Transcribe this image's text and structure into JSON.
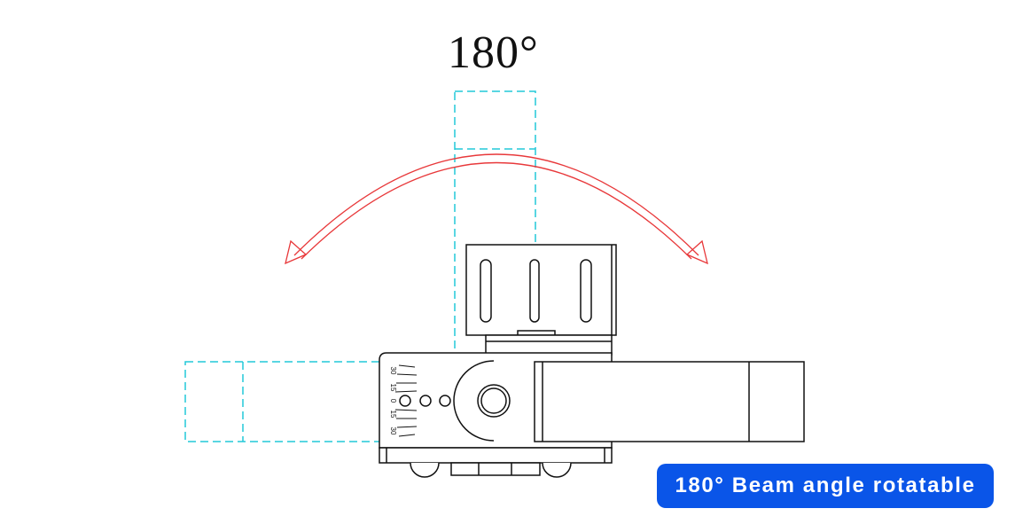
{
  "diagram": {
    "title": "180°",
    "badge": "180° Beam angle rotatable",
    "scale_marks": [
      "30",
      "15",
      "0",
      "15",
      "30"
    ],
    "colors": {
      "outline": "#111111",
      "dashed_outline": "#22c8d8",
      "arrow": "#e8383a",
      "badge": "#0a55e8"
    }
  }
}
